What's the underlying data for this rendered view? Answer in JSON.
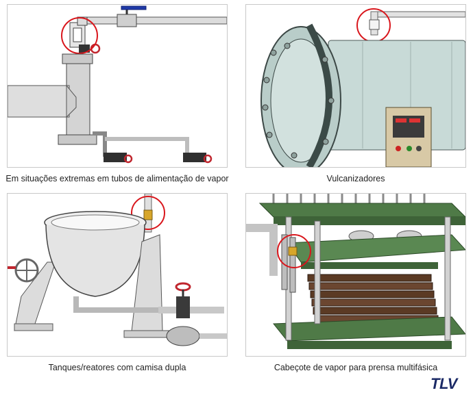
{
  "panels": [
    {
      "caption": "Em situações extremas em tubos de alimentação de vapor"
    },
    {
      "caption": "Vulcanizadores"
    },
    {
      "caption": "Tanques/reatores com camisa dupla"
    },
    {
      "caption": "Cabeçote de vapor para prensa multifásica"
    }
  ],
  "logo": {
    "text": "TLV"
  },
  "colors": {
    "highlight_circle": "#d9161c",
    "steel_pipe": "#d7d7d7",
    "valve_red": "#c0262e",
    "press_green": "#4f7a47",
    "vessel_teal": "#b7cbc7",
    "brass": "#d7a62a"
  }
}
